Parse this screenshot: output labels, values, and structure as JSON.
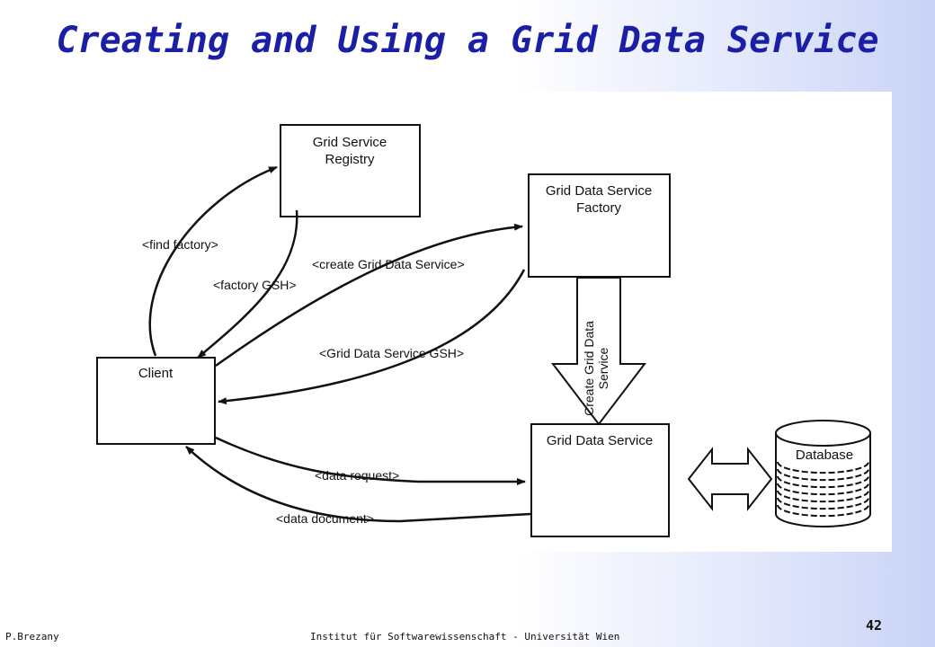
{
  "slide": {
    "title": "Creating and Using a Grid Data Service",
    "footer_author": "P.Brezany",
    "footer_institute": "Institut für Softwarewissenschaft - Universität Wien",
    "page_number": "42"
  },
  "diagram": {
    "nodes": {
      "registry": [
        "Grid Service",
        "Registry"
      ],
      "factory": [
        "Grid Data Service",
        "Factory"
      ],
      "client": [
        "Client"
      ],
      "gds": [
        "Grid Data Service"
      ],
      "database": [
        "Database"
      ]
    },
    "edges": {
      "find_factory": "<find factory>",
      "factory_gsh": "<factory GSH>",
      "create_gds": "<create Grid Data Service>",
      "gds_gsh": "<Grid Data Service GSH>",
      "create_arrow": [
        "Create Grid Data",
        "Service"
      ],
      "data_request": "<data request>",
      "data_document": "<data document>"
    }
  }
}
